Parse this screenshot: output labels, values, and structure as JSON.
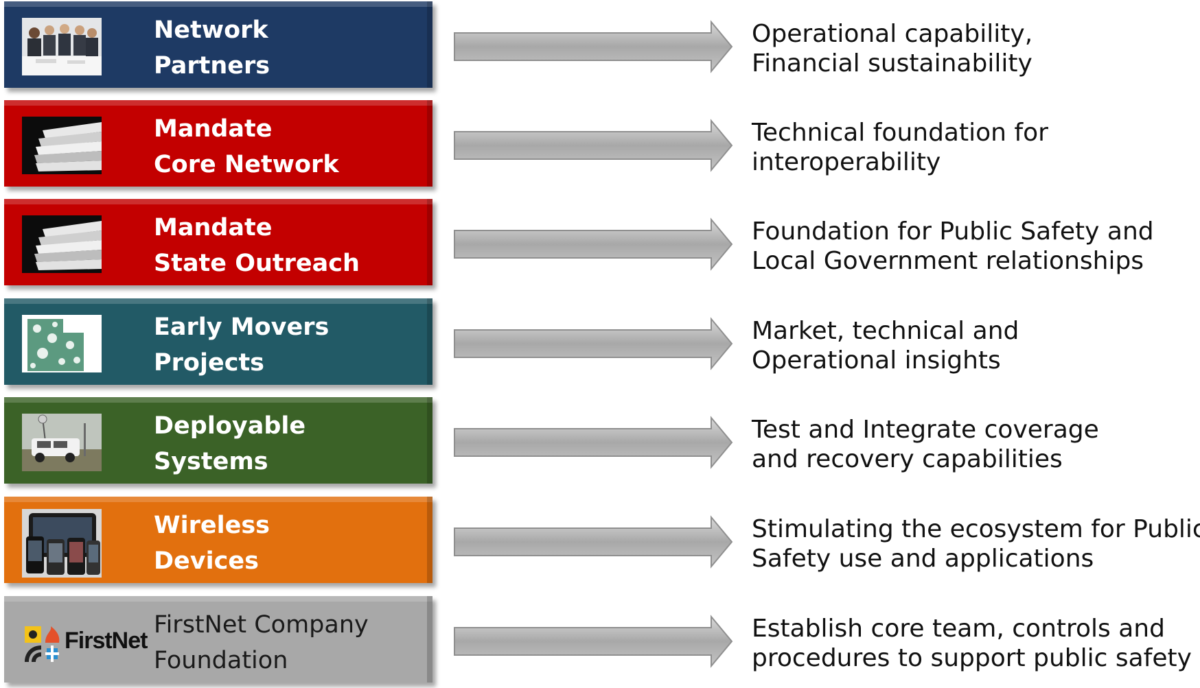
{
  "rows": [
    {
      "box_color": "#1e3a64",
      "icon": "business-meeting-photo",
      "label_line1": "Network",
      "label_line2": "Partners",
      "desc_line1": "Operational capability,",
      "desc_line2": "Financial sustainability"
    },
    {
      "box_color": "#c30000",
      "icon": "document-stack-photo",
      "label_line1": "Mandate",
      "label_line2": "Core Network",
      "desc_line1": "Technical foundation for",
      "desc_line2": "interoperability"
    },
    {
      "box_color": "#c30000",
      "icon": "document-stack-photo",
      "label_line1": "Mandate",
      "label_line2": "State Outreach",
      "desc_line1": "Foundation for Public Safety and",
      "desc_line2": "Local Government relationships"
    },
    {
      "box_color": "#225a66",
      "icon": "state-map-photo",
      "label_line1": "Early Movers",
      "label_line2": "Projects",
      "desc_line1": "Market, technical and",
      "desc_line2": "Operational insights"
    },
    {
      "box_color": "#3b6227",
      "icon": "deployable-vehicle-photo",
      "label_line1": "Deployable",
      "label_line2": "Systems",
      "desc_line1": "Test and Integrate coverage",
      "desc_line2": "and recovery capabilities"
    },
    {
      "box_color": "#e2700e",
      "icon": "wireless-devices-photo",
      "label_line1": "Wireless",
      "label_line2": "Devices",
      "desc_line1": "Stimulating the ecosystem for Public",
      "desc_line2": "Safety use and applications"
    },
    {
      "box_color": "#a8a8a8",
      "icon": "firstnet-logo",
      "logo_text": "FirstNet",
      "label_line1": "FirstNet Company",
      "label_line2": "Foundation",
      "desc_line1": "Establish core team, controls and",
      "desc_line2": "procedures to support public safety"
    }
  ],
  "arrow_color": "#a6a6a6"
}
